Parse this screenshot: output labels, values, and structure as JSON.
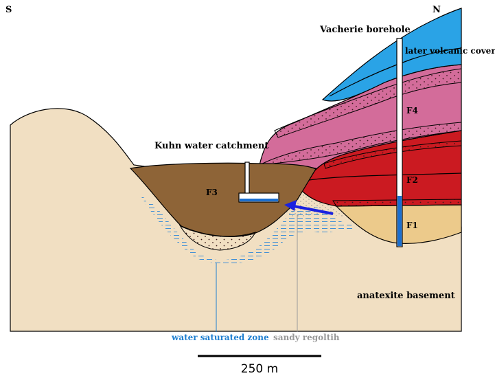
{
  "compass": {
    "south": "S",
    "north": "N"
  },
  "labels": {
    "vacherie_borehole": "Vacherie borehole",
    "later_volcanic_cover": "later volcanic cover",
    "f4": "F4",
    "kuhn_water_catchment": "Kuhn water catchment",
    "f3": "F3",
    "f2": "F2",
    "f1": "F1",
    "anatexite_basement": "anatexite basement",
    "water_saturated_zone": "water saturated zone",
    "sandy_regolith": "sandy regoltih"
  },
  "scale_bar": {
    "label": "250 m"
  },
  "colors": {
    "basement": "#f1dfc2",
    "f1": "#ecca8b",
    "f2": "#cb1a21",
    "f3": "#8e6437",
    "f4": "#d36c9a",
    "volcanic_cover": "#2aa3e6",
    "water_label": "#1f7fd0",
    "regolith_label": "#999999",
    "flow_arrow": "#1a21e0",
    "borehole_water": "#1b6fd0"
  }
}
